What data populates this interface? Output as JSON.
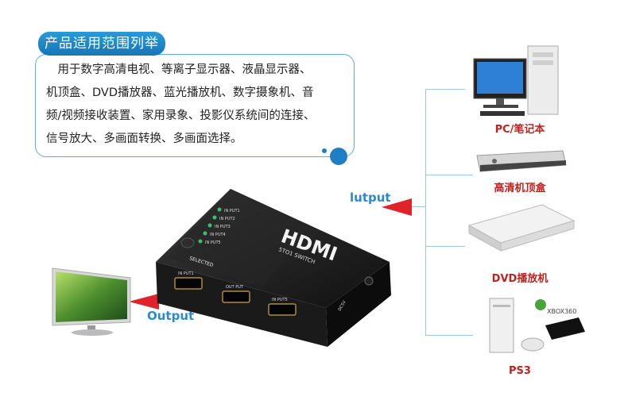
{
  "header": {
    "title": "产品适用范围列举"
  },
  "description": {
    "lines": [
      "　用于数字高清电视、等离子显示器、液晶显示器、",
      "机顶盒、DVD播放器、蓝光播放机、数字摄象机、音",
      "频/视频接收装置、家用录象、投影仪系统间的连接、",
      "信号放大、多画面转换、多画面选择。"
    ]
  },
  "switch": {
    "brand": "HDMI",
    "model": "5TO1 SWITCH",
    "selected_label": "SELECTED",
    "led_labels": [
      "IN PUT1",
      "IN PUT2",
      "IN PUT3",
      "IN PUT4",
      "IN PUT5"
    ],
    "ports": [
      "IN PUT1",
      "OUT PUT",
      "IN PUT5"
    ],
    "power_label": "DC5V"
  },
  "labels": {
    "input": "lutput",
    "output": "Output"
  },
  "devices": [
    {
      "label": "PC/笔记本"
    },
    {
      "label": "高清机顶盒"
    },
    {
      "label": "DVD播放机"
    },
    {
      "label": "PS3"
    }
  ],
  "device_text": {
    "xbox": "XBOX360"
  },
  "colors": {
    "accent": "#1f7fc2",
    "arrow": "#e0232a",
    "device_label": "#c0231f",
    "io_label": "#2a8ad0"
  }
}
